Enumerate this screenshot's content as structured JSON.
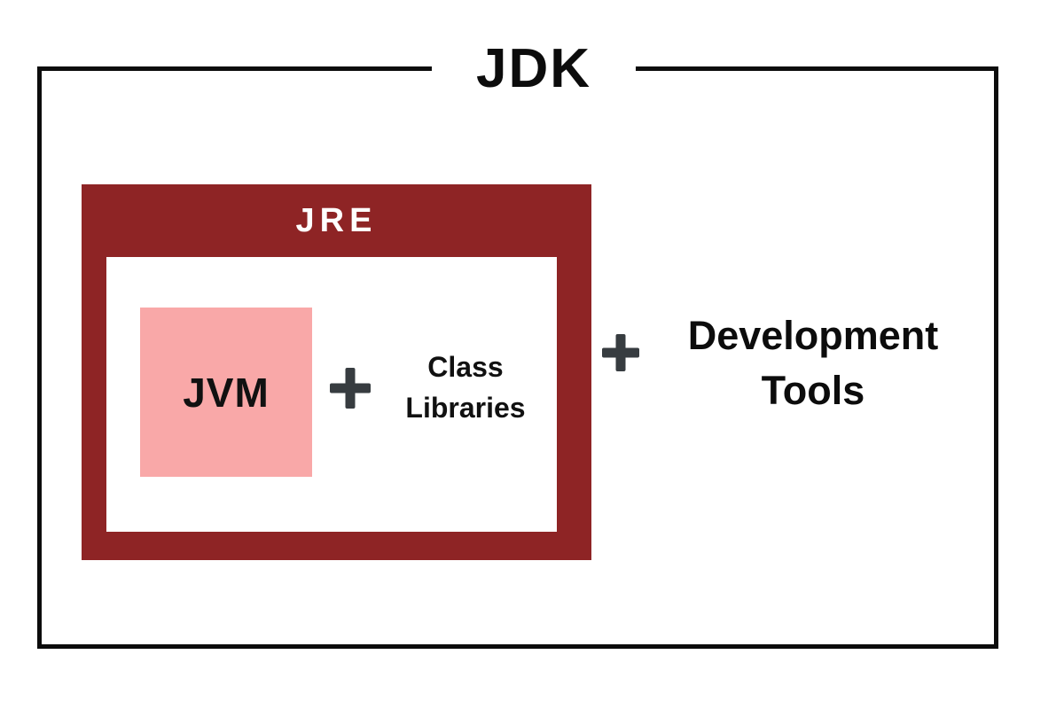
{
  "diagram": {
    "jdk_label": "JDK",
    "jre": {
      "label": "JRE",
      "jvm_label": "JVM",
      "class_libraries": {
        "line1": "Class",
        "line2": "Libraries"
      },
      "plus_icon": "+"
    },
    "plus_icon": "+",
    "development_tools": {
      "line1": "Development",
      "line2": "Tools"
    },
    "colors": {
      "background": "#ffffff",
      "outer_border": "#0c0c0c",
      "jre_fill": "#8e2425",
      "jre_label_text": "#ffffff",
      "jvm_fill": "#f9a8a8",
      "plus": "#373c40",
      "text_dark": "#0c0c0c"
    }
  }
}
